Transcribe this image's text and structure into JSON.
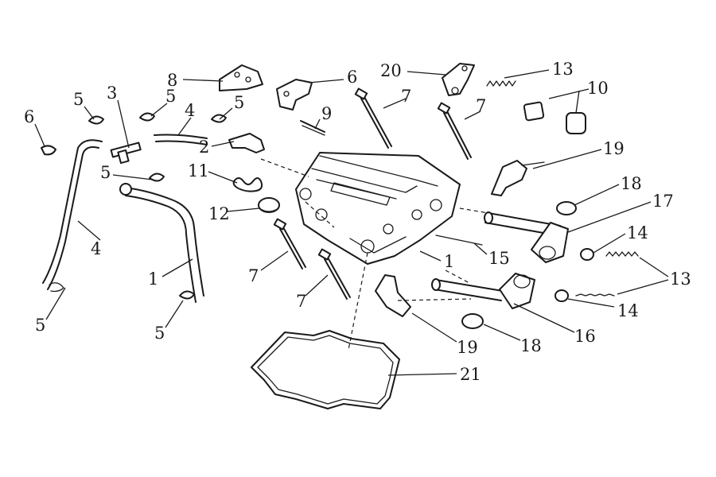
{
  "callouts": [
    {
      "id": "c6a",
      "label": "6"
    },
    {
      "id": "c5a",
      "label": "5"
    },
    {
      "id": "c3",
      "label": "3"
    },
    {
      "id": "c5b",
      "label": "5"
    },
    {
      "id": "c4a",
      "label": "4"
    },
    {
      "id": "c5c",
      "label": "5"
    },
    {
      "id": "c8",
      "label": "8"
    },
    {
      "id": "c6b",
      "label": "6"
    },
    {
      "id": "c20",
      "label": "20"
    },
    {
      "id": "c13a",
      "label": "13"
    },
    {
      "id": "c10",
      "label": "10"
    },
    {
      "id": "c7a",
      "label": "7"
    },
    {
      "id": "c7b",
      "label": "7"
    },
    {
      "id": "c9",
      "label": "9"
    },
    {
      "id": "c2",
      "label": "2"
    },
    {
      "id": "c19a",
      "label": "19"
    },
    {
      "id": "c5d",
      "label": "5"
    },
    {
      "id": "c11",
      "label": "11"
    },
    {
      "id": "c18a",
      "label": "18"
    },
    {
      "id": "c17",
      "label": "17"
    },
    {
      "id": "c12",
      "label": "12"
    },
    {
      "id": "c4b",
      "label": "4"
    },
    {
      "id": "c14a",
      "label": "14"
    },
    {
      "id": "c1a",
      "label": "1"
    },
    {
      "id": "c7c",
      "label": "7"
    },
    {
      "id": "c15",
      "label": "15"
    },
    {
      "id": "c1b",
      "label": "1"
    },
    {
      "id": "c13b",
      "label": "13"
    },
    {
      "id": "c7d",
      "label": "7"
    },
    {
      "id": "c14b",
      "label": "14"
    },
    {
      "id": "c5e",
      "label": "5"
    },
    {
      "id": "c5f",
      "label": "5"
    },
    {
      "id": "c16",
      "label": "16"
    },
    {
      "id": "c19b",
      "label": "19"
    },
    {
      "id": "c18b",
      "label": "18"
    },
    {
      "id": "c21",
      "label": "21"
    }
  ]
}
